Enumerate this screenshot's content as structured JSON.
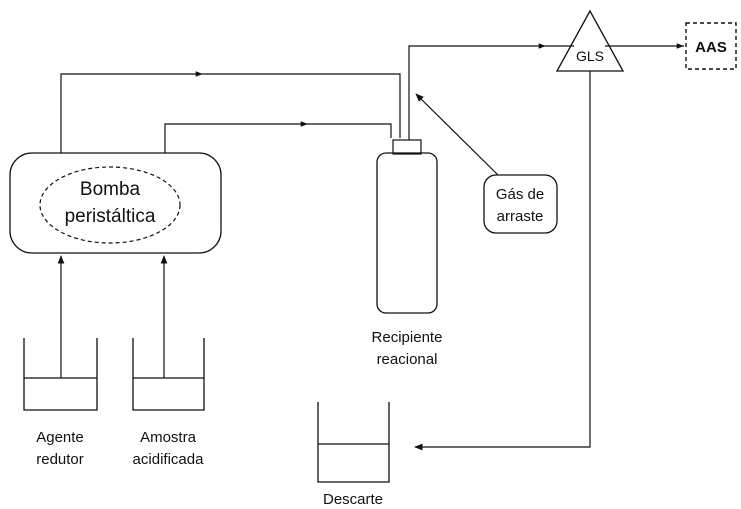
{
  "labels": {
    "pump_line1": "Bomba",
    "pump_line2": "peristáltica",
    "agent_line1": "Agente",
    "agent_line2": "redutor",
    "sample_line1": "Amostra",
    "sample_line2": "acidificada",
    "vessel_line1": "Recipiente",
    "vessel_line2": "reacional",
    "carrier_line1": "Gás de",
    "carrier_line2": "arraste",
    "gls": "GLS",
    "aas": "AAS",
    "waste": "Descarte"
  }
}
